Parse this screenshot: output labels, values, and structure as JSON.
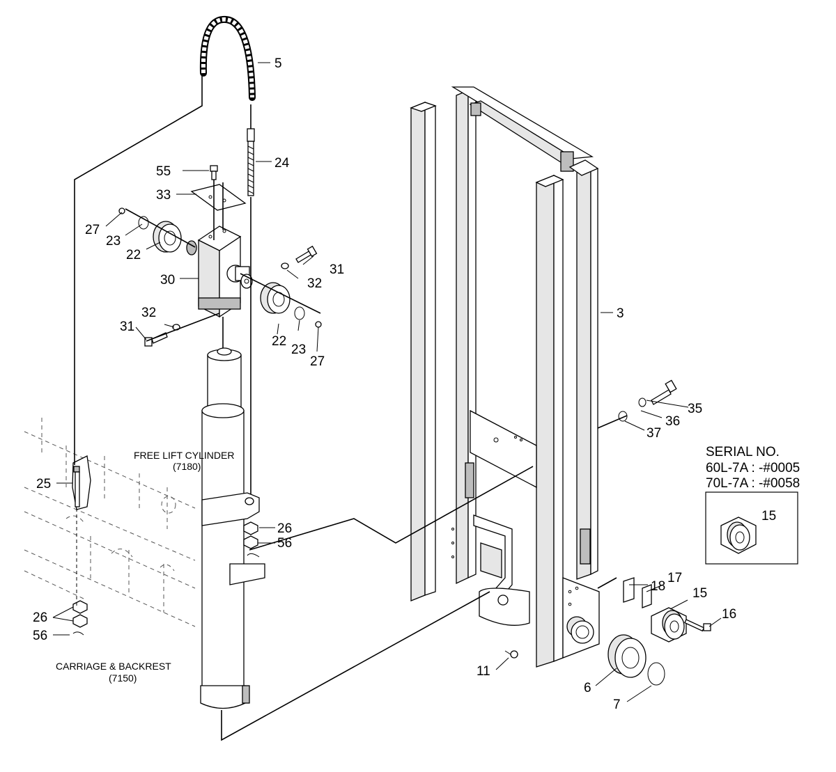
{
  "callouts": {
    "c3": "3",
    "c5": "5",
    "c6": "6",
    "c7": "7",
    "c11": "11",
    "c15a": "15",
    "c15b": "15",
    "c16": "16",
    "c17": "17",
    "c18": "18",
    "c22a": "22",
    "c22b": "22",
    "c23a": "23",
    "c23b": "23",
    "c24": "24",
    "c25": "25",
    "c26a": "26",
    "c26b": "26",
    "c27a": "27",
    "c27b": "27",
    "c30": "30",
    "c31a": "31",
    "c31b": "31",
    "c32a": "32",
    "c32b": "32",
    "c33": "33",
    "c35": "35",
    "c36": "36",
    "c37": "37",
    "c55": "55",
    "c56a": "56",
    "c56b": "56"
  },
  "captions": {
    "free_lift_title": "FREE LIFT CYLINDER",
    "free_lift_code": "(7180)",
    "carriage_title": "CARRIAGE & BACKREST",
    "carriage_code": "(7150)"
  },
  "serial": {
    "heading": "SERIAL NO.",
    "line1": "60L-7A : -#0005",
    "line2": "70L-7A : -#0058"
  }
}
